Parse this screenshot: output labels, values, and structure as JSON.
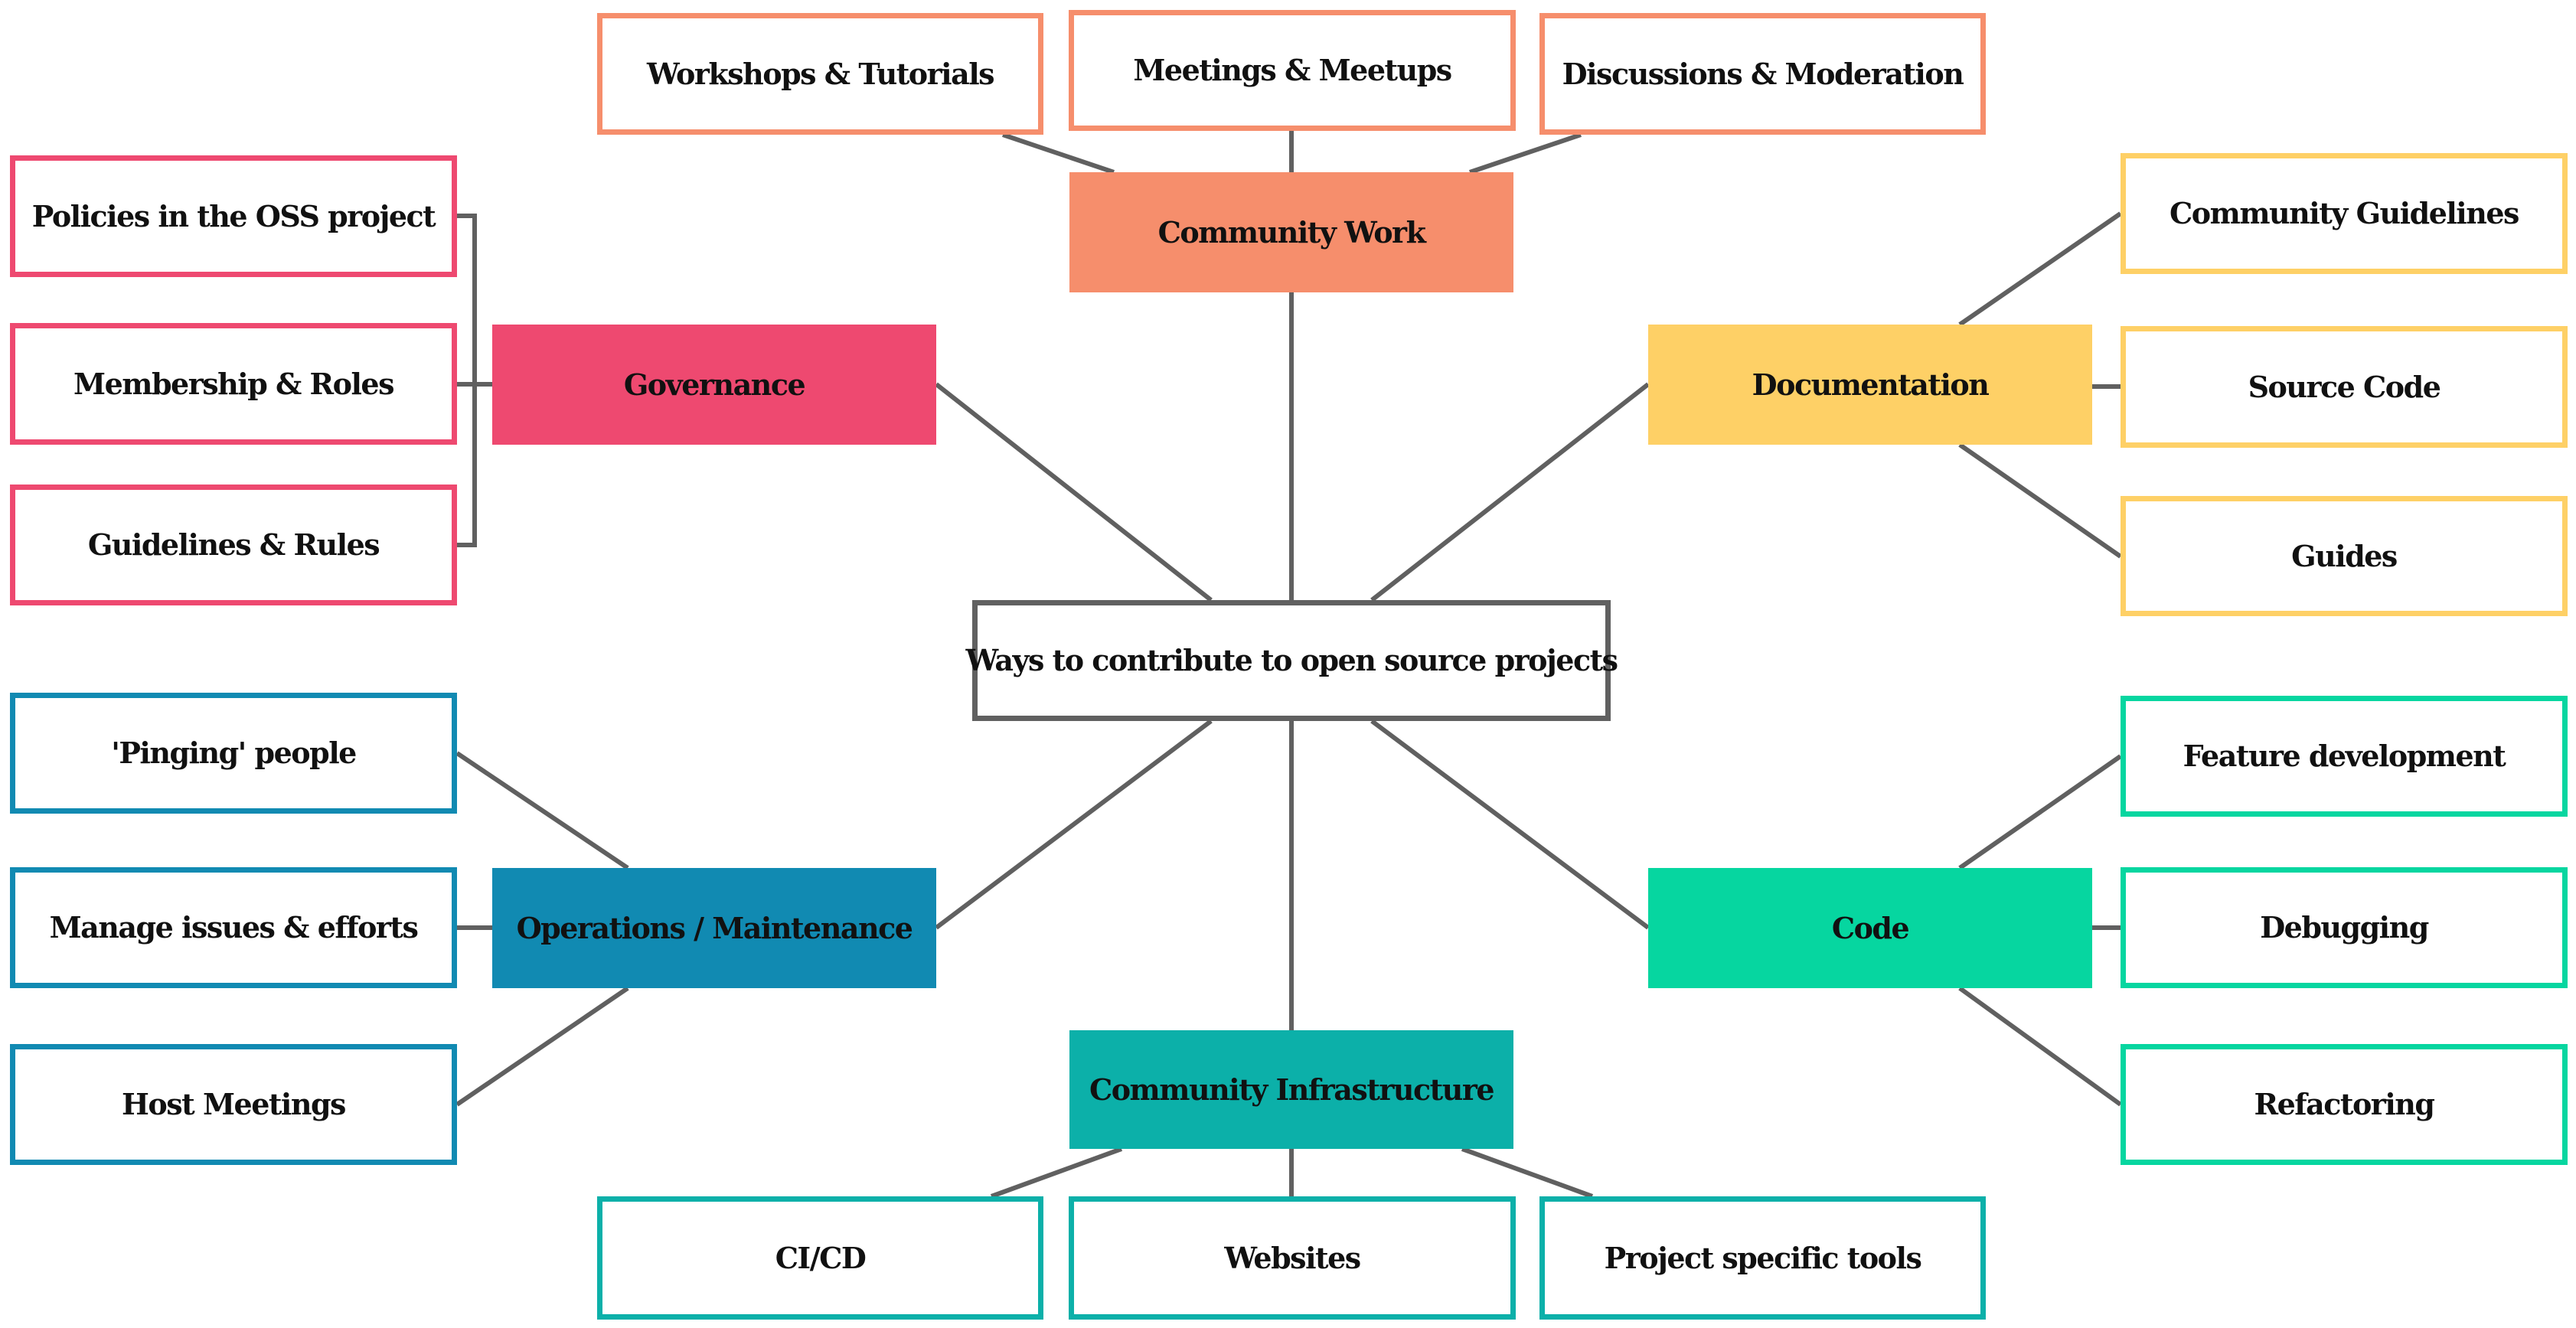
{
  "diagram": {
    "center": {
      "label": "Ways to contribute to open source projects"
    },
    "colors": {
      "connector": "#606060",
      "community_work": "#F68E6C",
      "governance": "#EE4970",
      "documentation": "#FED066",
      "operations": "#118AB2",
      "code": "#06D6A0",
      "infrastructure": "#0CB0A9"
    },
    "categories": {
      "community_work": {
        "label": "Community Work",
        "children": [
          "Workshops & Tutorials",
          "Meetings & Meetups",
          "Discussions & Moderation"
        ]
      },
      "governance": {
        "label": "Governance",
        "children": [
          "Policies in the OSS project",
          "Membership & Roles",
          "Guidelines & Rules"
        ]
      },
      "documentation": {
        "label": "Documentation",
        "children": [
          "Community Guidelines",
          "Source Code",
          "Guides"
        ]
      },
      "operations": {
        "label": "Operations / Maintenance",
        "children": [
          "'Pinging' people",
          "Manage issues & efforts",
          "Host Meetings"
        ]
      },
      "code": {
        "label": "Code",
        "children": [
          "Feature development",
          "Debugging",
          "Refactoring"
        ]
      },
      "infrastructure": {
        "label": "Community Infrastructure",
        "children": [
          "CI/CD",
          "Websites",
          "Project specific tools"
        ]
      }
    }
  }
}
